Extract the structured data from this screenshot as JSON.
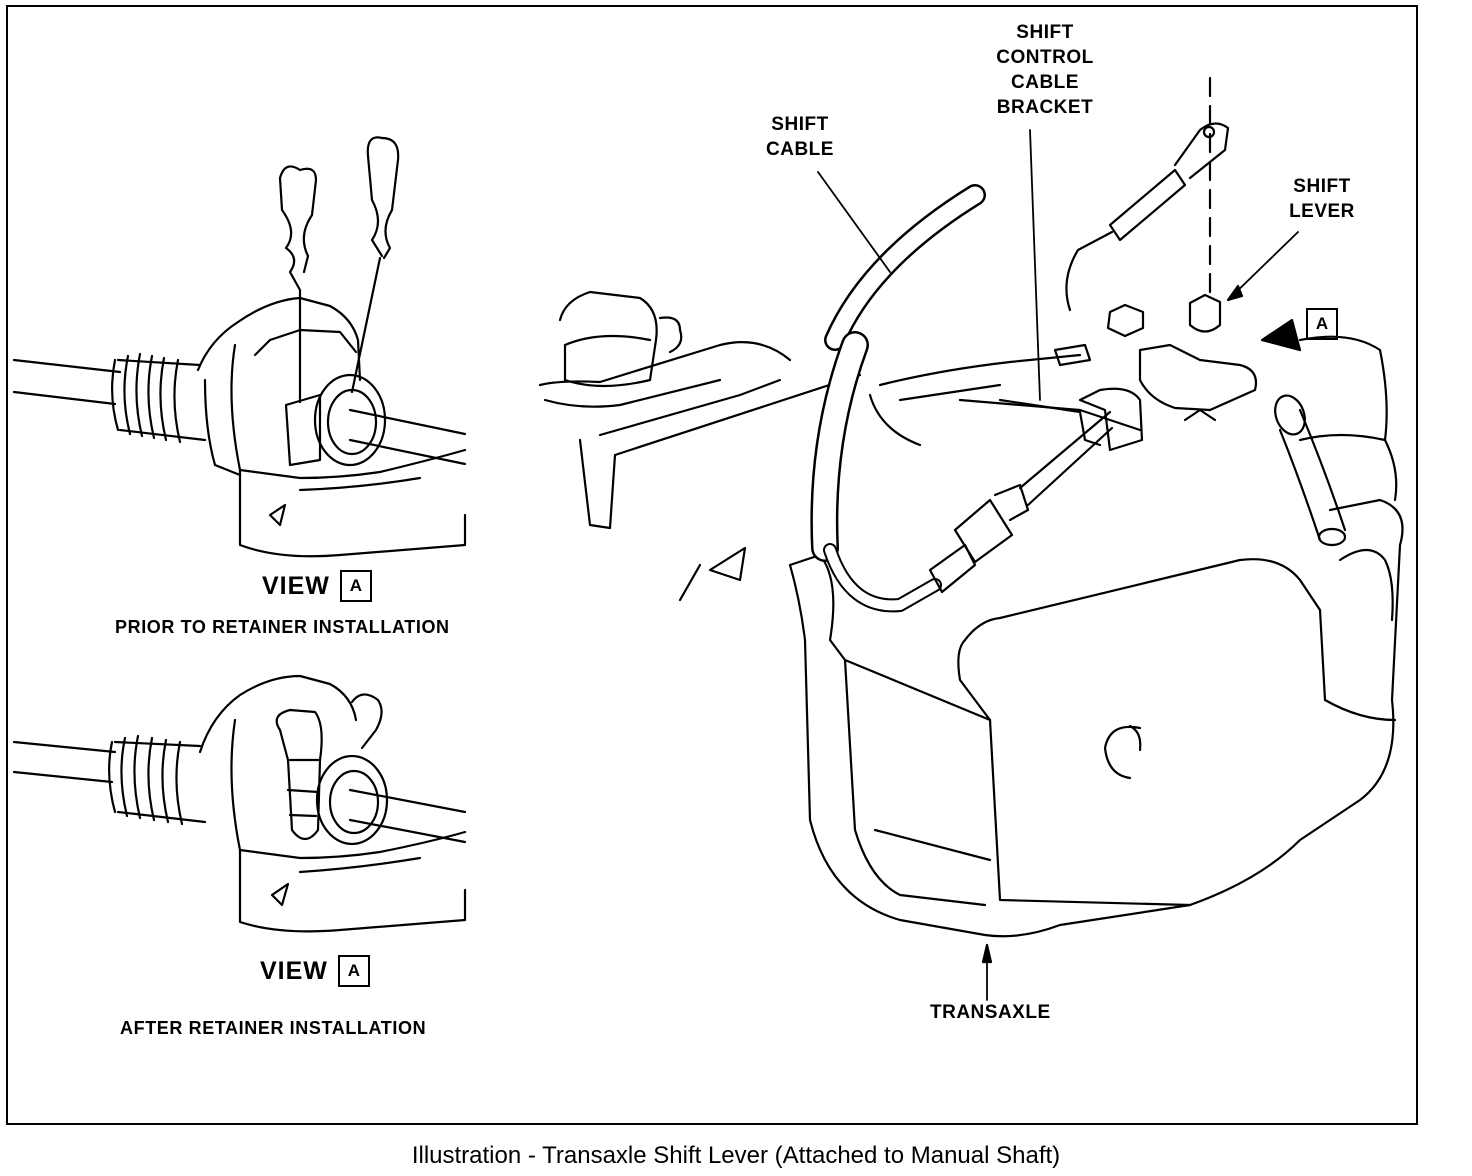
{
  "caption": "Illustration - Transaxle Shift Lever (Attached to Manual Shaft)",
  "callouts": {
    "shift_cable": [
      "SHIFT",
      "CABLE"
    ],
    "bracket": [
      "SHIFT",
      "CONTROL",
      "CABLE",
      "BRACKET"
    ],
    "shift_lever": [
      "SHIFT",
      "LEVER"
    ],
    "transaxle": [
      "TRANSAXLE"
    ],
    "view_marker": "A"
  },
  "views": [
    {
      "word": "VIEW",
      "letter": "A",
      "caption": "PRIOR TO RETAINER INSTALLATION"
    },
    {
      "word": "VIEW",
      "letter": "A",
      "caption": "AFTER RETAINER INSTALLATION"
    }
  ]
}
